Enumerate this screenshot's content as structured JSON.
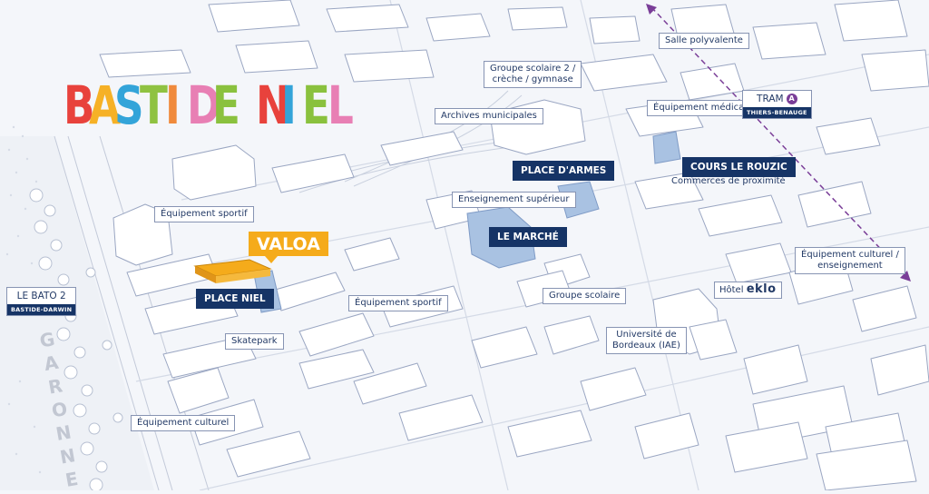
{
  "logo": {
    "letters": [
      {
        "char": "B",
        "color": "#e8423c"
      },
      {
        "char": "A",
        "color": "#f6b126"
      },
      {
        "char": "S",
        "color": "#33a4d9"
      },
      {
        "char": "T",
        "color": "#8fc241"
      },
      {
        "char": "I",
        "color": "#f08a3c"
      },
      {
        "char": "D",
        "color": "#e87fb4"
      },
      {
        "char": "E",
        "color": "#8ac13e"
      },
      {
        "char": " ",
        "color": "#ffffff"
      },
      {
        "char": "N",
        "color": "#e8423c"
      },
      {
        "char": "I",
        "color": "#33a4d9"
      },
      {
        "char": "E",
        "color": "#8ac13e"
      },
      {
        "char": "L",
        "color": "#e87fb4"
      }
    ]
  },
  "project": {
    "label": "VALOA",
    "color": "#f5ab1b"
  },
  "places": [
    {
      "id": "place-niel",
      "label": "PLACE NIEL"
    },
    {
      "id": "place-d-armes",
      "label": "PLACE D'ARMES"
    },
    {
      "id": "le-marche",
      "label": "LE MARCHÉ"
    },
    {
      "id": "cours-le-rouzic",
      "label": "COURS LE ROUZIC"
    }
  ],
  "poi": {
    "salle_polyvalente": "Salle polyvalente",
    "groupe_scolaire_2_line1": "Groupe scolaire 2 /",
    "groupe_scolaire_2_line2": "crèche / gymnase",
    "archives": "Archives municipales",
    "equipement_medical": "Équipement médical",
    "commerces": "Commerces de proximité",
    "enseignement_superieur": "Enseignement supérieur",
    "equipement_sportif_1": "Équipement sportif",
    "equipement_sportif_2": "Équipement sportif",
    "equipement_culturel_ens_line1": "Équipement culturel /",
    "equipement_culturel_ens_line2": "enseignement",
    "hotel_prefix": "Hôtel",
    "hotel_brand": "eklo",
    "groupe_scolaire": "Groupe scolaire",
    "universite_line1": "Université de",
    "universite_line2": "Bordeaux (IAE)",
    "skatepark": "Skatepark",
    "equipement_culturel": "Équipement culturel"
  },
  "stations": {
    "tram": {
      "label": "TRAM",
      "line": "A",
      "stop": "THIERS-BENAUGE",
      "color": "#7a3e98"
    },
    "bato": {
      "label": "LE BATO 2",
      "stop": "BASTIDE-DARWIN"
    }
  },
  "river": {
    "name": "GARONNE",
    "letters": [
      "G",
      "A",
      "R",
      "O",
      "N",
      "N",
      "E"
    ]
  },
  "colors": {
    "navy": "#163466",
    "label_border": "#8794b3",
    "building_stroke": "#9aa6c2",
    "building_fill": "#ffffff",
    "highlight_blue": "#a9c2e2",
    "tram_line": "#7a3e98"
  }
}
